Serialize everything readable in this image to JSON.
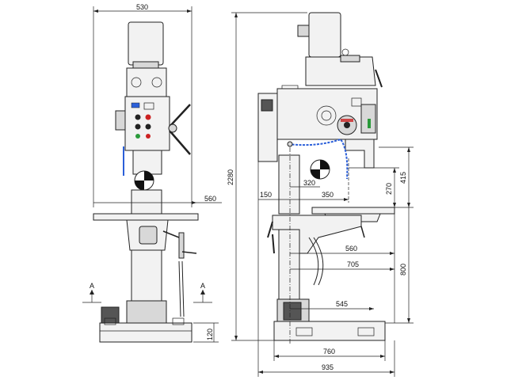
{
  "dimensions": {
    "width_530": "530",
    "height_2280": "2280",
    "table_560_front": "560",
    "base_120": "120",
    "d150": "150",
    "d320": "320",
    "d350": "350",
    "d270": "270",
    "d415": "415",
    "d560_side": "560",
    "d705": "705",
    "d800": "800",
    "d545": "545",
    "d760": "760",
    "d935": "935"
  },
  "section": {
    "left": "A",
    "right": "A"
  },
  "colors": {
    "line": "#222222",
    "body": "#f2f2f2",
    "blue": "#2b5fd9",
    "red": "#cc2222",
    "green": "#2a9a3a"
  }
}
